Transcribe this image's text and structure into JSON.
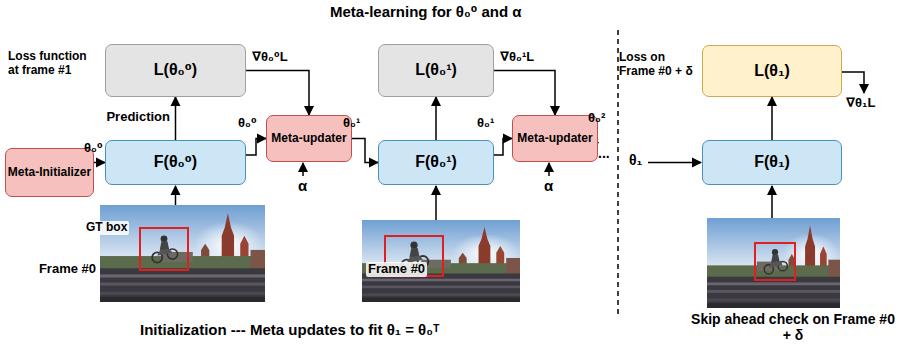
{
  "diagram": {
    "title": "Meta-learning for θ₀⁰ and α",
    "nodes": [
      {
        "text": [
          "Meta-Initializer"
        ]
      },
      {
        "text": [
          "Loss function at frame #1",
          "L(θ₀⁰)"
        ]
      },
      {
        "text": [
          "F(θ₀⁰)"
        ]
      },
      {
        "text": [
          "Meta-updater"
        ]
      },
      {
        "text": [
          "L(θ₀¹)"
        ]
      },
      {
        "text": [
          "F(θ₀¹)"
        ]
      },
      {
        "text": [
          "Meta-updater"
        ]
      },
      {
        "text": [
          "Loss on Frame #0 + δ",
          "L(θ₁)"
        ]
      },
      {
        "text": [
          "F(θ₁)"
        ]
      }
    ],
    "edges": [
      {
        "from": 0,
        "to": 2,
        "arrow": "to",
        "label": "θ₀⁰"
      },
      {
        "from": 2,
        "to": 1,
        "arrow": "to",
        "label": "Prediction"
      },
      {
        "from": 2,
        "to": 3,
        "arrow": "to",
        "label": "θ₀⁰"
      },
      {
        "from": 1,
        "to": 3,
        "arrow": "to",
        "label": "∇θ₀⁰L"
      },
      {
        "from": 3,
        "to": 5,
        "arrow": "to",
        "label": "θ₀¹"
      },
      {
        "from": 5,
        "to": 4,
        "arrow": "to"
      },
      {
        "from": 5,
        "to": 6,
        "arrow": "to",
        "label": "θ₀¹"
      },
      {
        "from": 4,
        "to": 6,
        "arrow": "to",
        "label": "∇θ₀¹L"
      },
      {
        "from": 8,
        "to": 7,
        "arrow": "to"
      }
    ],
    "labels": [
      "GT box",
      "Frame #0",
      "Frame #0",
      "α",
      "α",
      "θ₀²",
      "...",
      "θ₁",
      "∇θ₁L",
      "Initialization --- Meta updates to fit θ₁ = θ₀ᵀ",
      "Skip ahead check on Frame #0 + δ"
    ]
  }
}
